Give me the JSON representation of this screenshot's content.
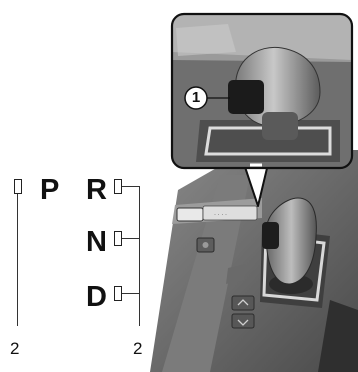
{
  "gear_panel": {
    "gears": [
      "P",
      "R",
      "N",
      "D"
    ]
  },
  "callout": {
    "marker": "1"
  },
  "reference_labels": {
    "left": "2",
    "right": "2"
  }
}
